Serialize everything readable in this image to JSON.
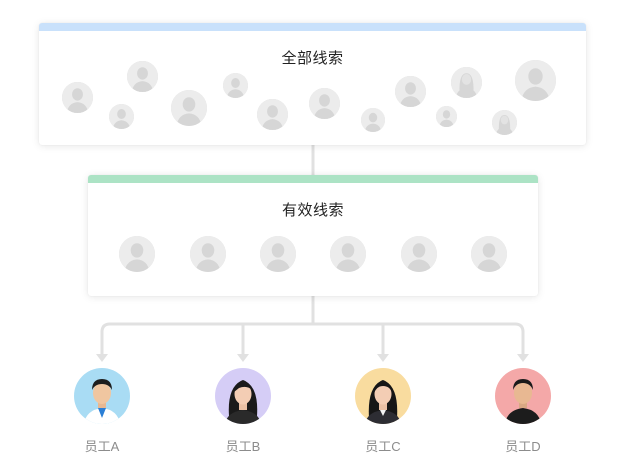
{
  "all_leads": {
    "title": "全部线索",
    "bar_color": "#c9e1fb"
  },
  "valid_leads": {
    "title": "有效线索",
    "bar_color": "#ace3c5"
  },
  "employees": [
    {
      "name": "员工A",
      "bg": "#a9dcf4"
    },
    {
      "name": "员工B",
      "bg": "#d5cdf6"
    },
    {
      "name": "员工C",
      "bg": "#f9dc9f"
    },
    {
      "name": "员工D",
      "bg": "#f4a8a8"
    }
  ]
}
